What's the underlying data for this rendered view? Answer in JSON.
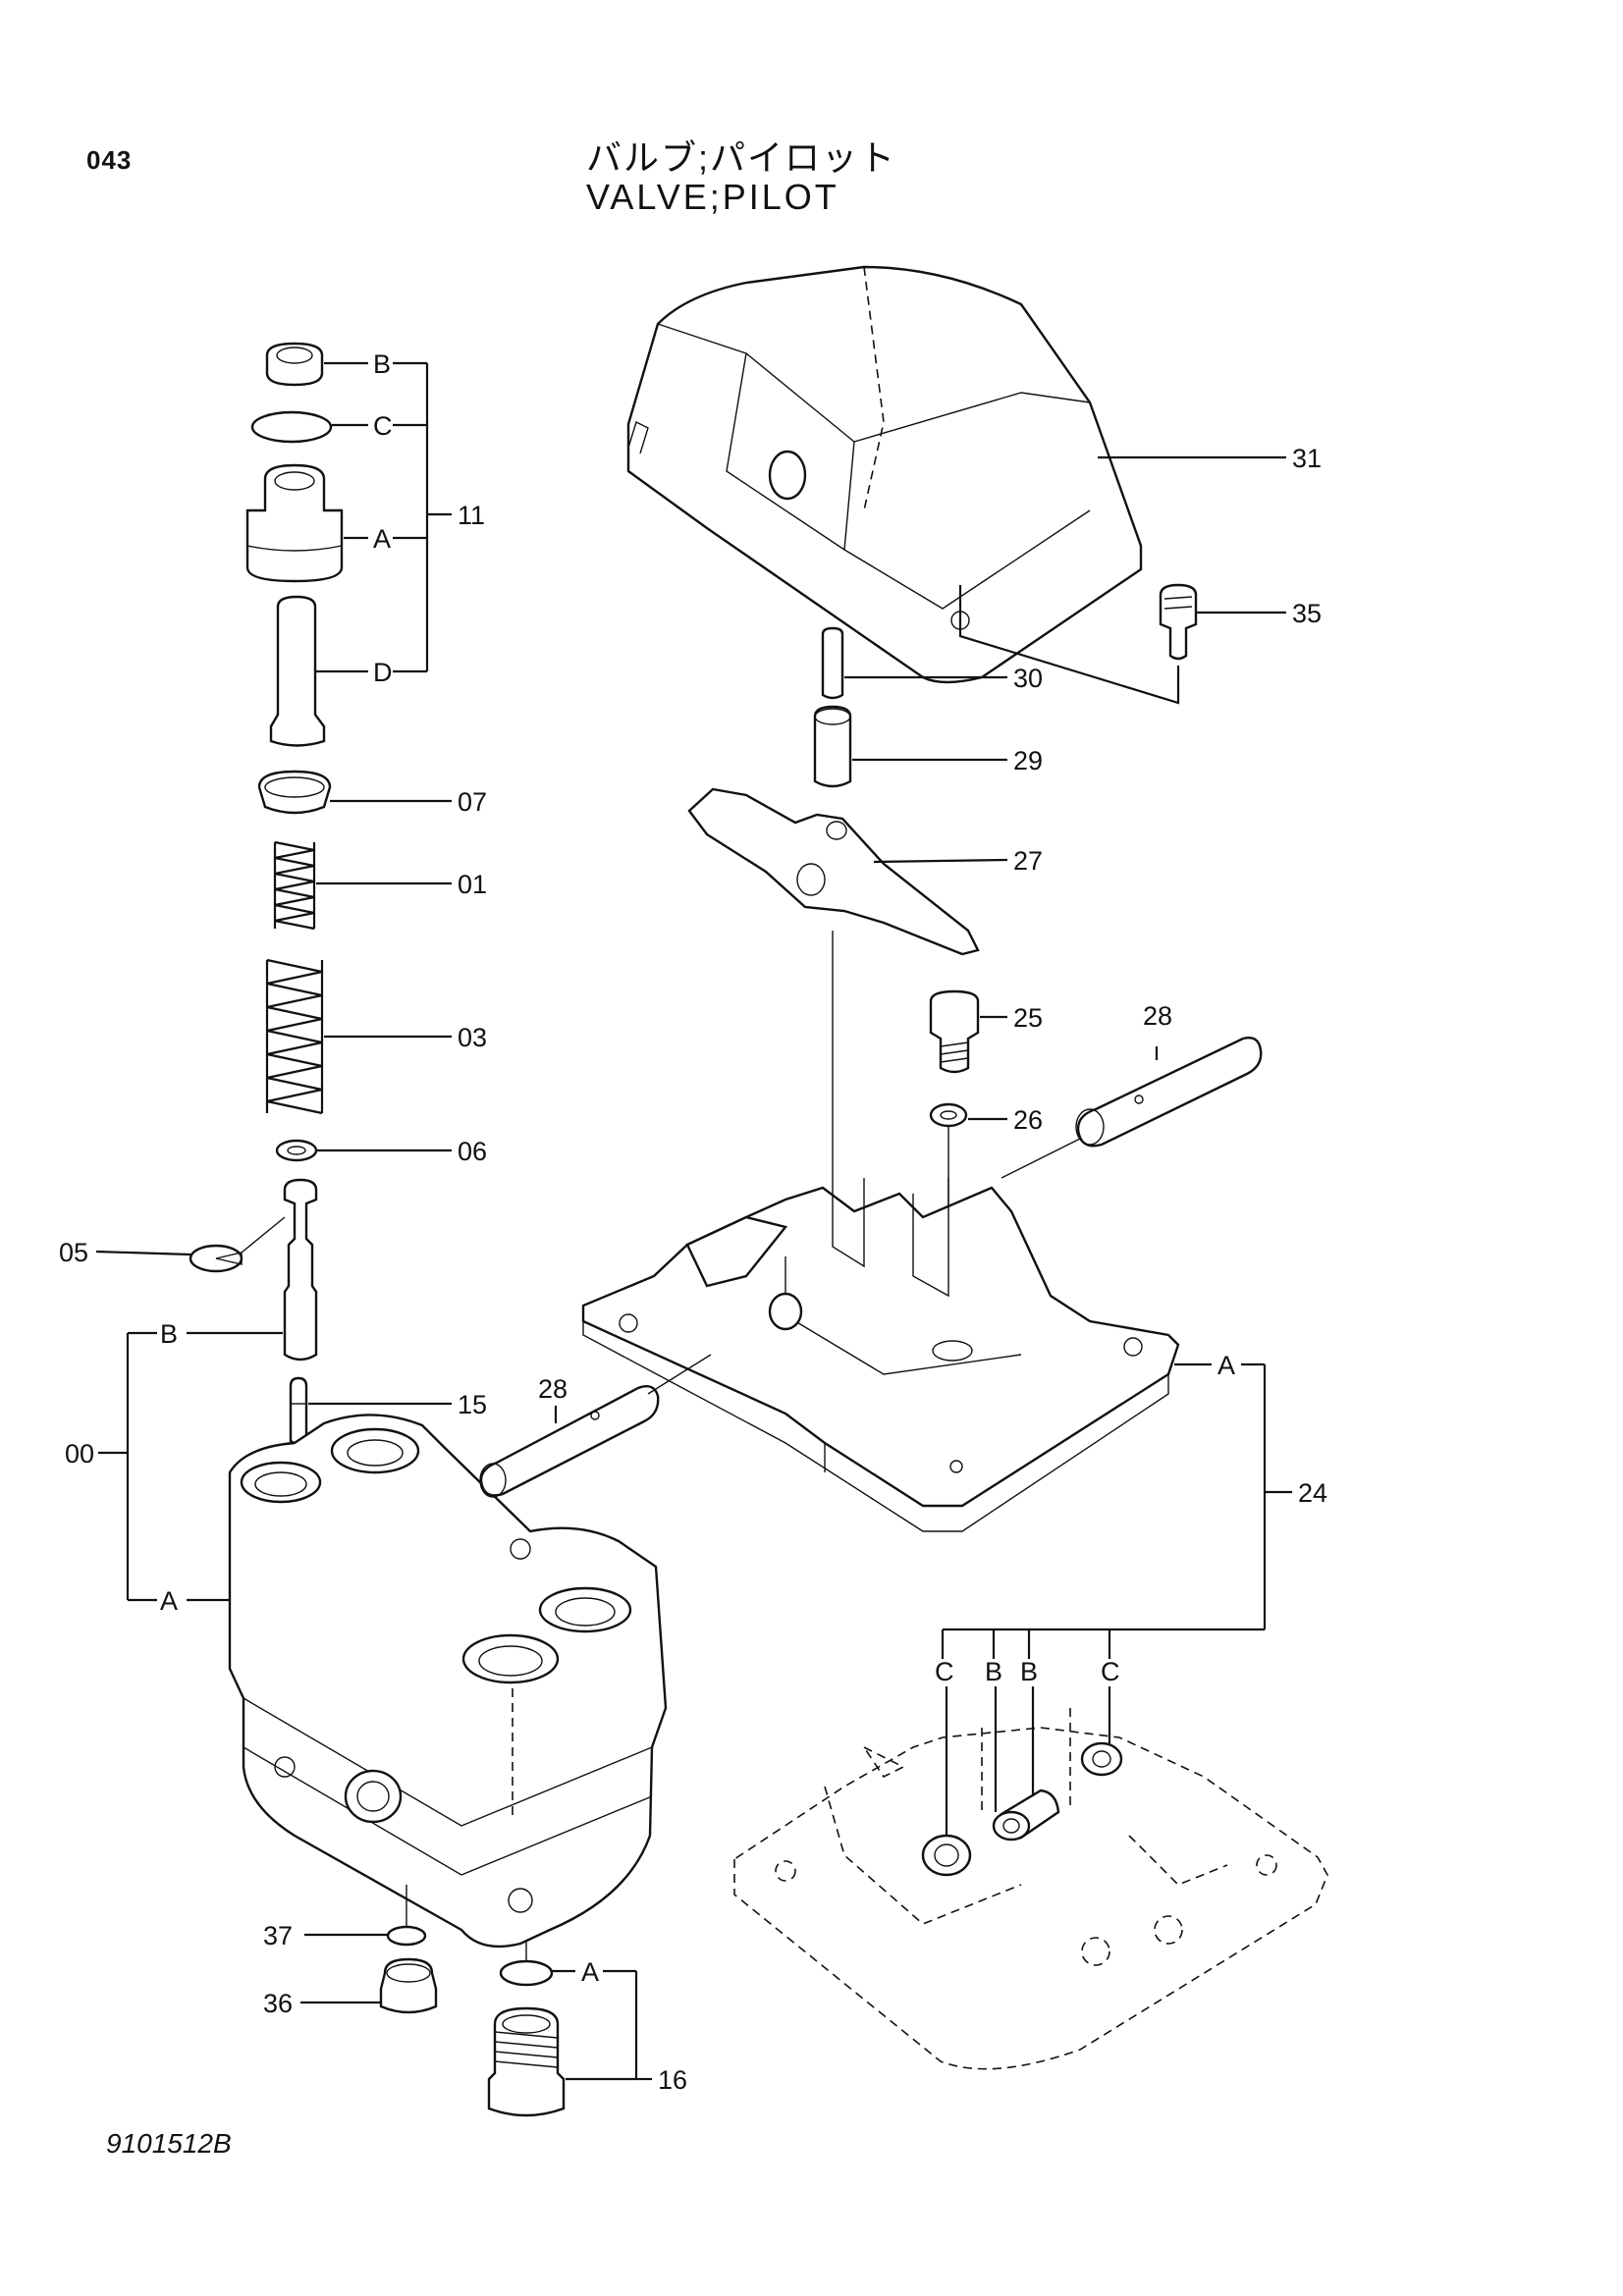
{
  "header": {
    "page_number": "043",
    "title_jp": "バルブ;パイロット",
    "title_en": "VALVE;PILOT"
  },
  "footer": {
    "drawing_number": "9101512B"
  },
  "callouts": {
    "p11": "11",
    "p07": "07",
    "p01": "01",
    "p03": "03",
    "p06": "06",
    "p05": "05",
    "p15": "15",
    "p00": "00",
    "p37": "37",
    "p36": "36",
    "p16": "16",
    "p31": "31",
    "p35": "35",
    "p30": "30",
    "p29": "29",
    "p27": "27",
    "p25": "25",
    "p26": "26",
    "p28a": "28",
    "p28b": "28",
    "p24": "24"
  },
  "sub_labels": {
    "a": "A",
    "b": "B",
    "c": "C",
    "d": "D"
  }
}
